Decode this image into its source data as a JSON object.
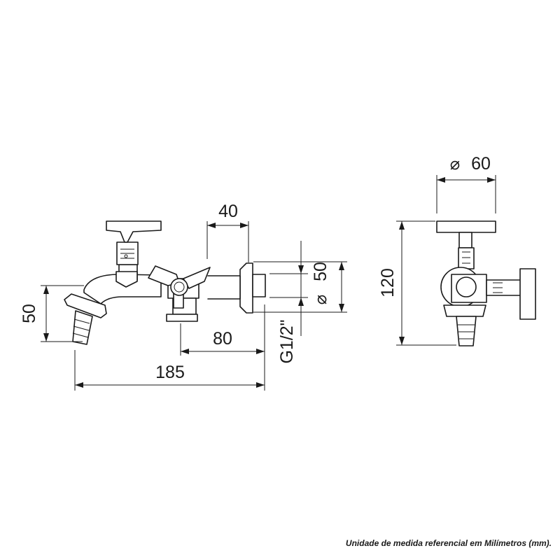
{
  "dimensions": {
    "handle_offset": "40",
    "spout_height": "50",
    "outlet_offset": "80",
    "overall_length": "185",
    "flange_diameter": "50",
    "thread": "G1/2\"",
    "handle_diameter": "60",
    "overall_height": "120"
  },
  "symbols": {
    "diameter": "⌀"
  },
  "footnote": "Unidade de medida referencial em Milímetros (mm)."
}
